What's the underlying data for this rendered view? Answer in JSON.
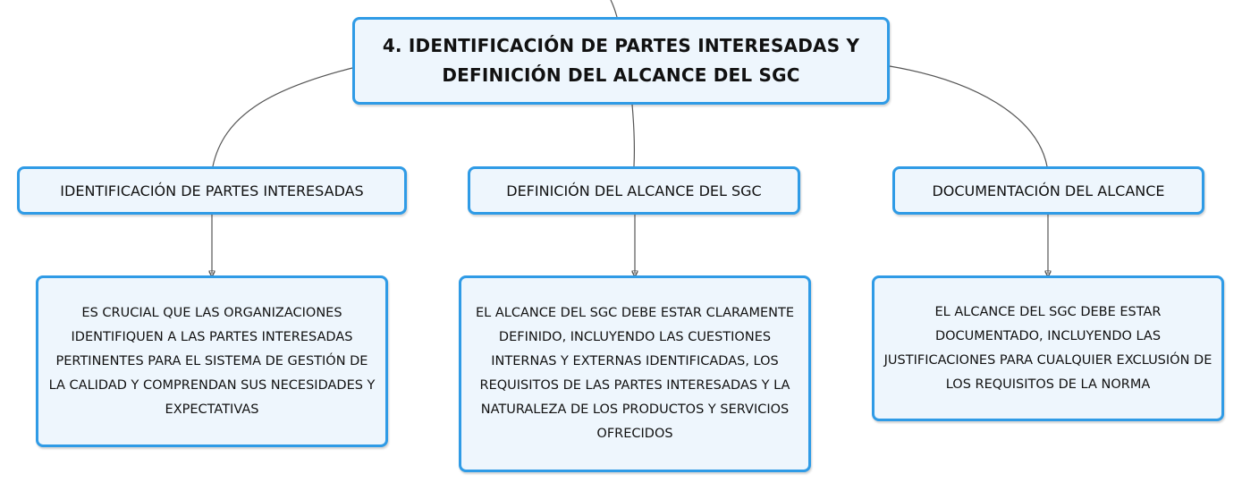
{
  "root": {
    "title": "4. IDENTIFICACIÓN DE PARTES INTERESADAS Y DEFINICIÓN DEL ALCANCE DEL SGC"
  },
  "branches": [
    {
      "label": "IDENTIFICACIÓN DE PARTES INTERESADAS",
      "detail": "ES CRUCIAL QUE LAS ORGANIZACIONES IDENTIFIQUEN A LAS PARTES INTERESADAS PERTINENTES PARA EL SISTEMA DE GESTIÓN DE LA CALIDAD Y COMPRENDAN SUS NECESIDADES Y EXPECTATIVAS"
    },
    {
      "label": "DEFINICIÓN DEL ALCANCE DEL SGC",
      "detail": "EL ALCANCE DEL SGC DEBE ESTAR CLARAMENTE DEFINIDO, INCLUYENDO LAS CUESTIONES INTERNAS Y EXTERNAS IDENTIFICADAS, LOS REQUISITOS DE LAS PARTES INTERESADAS Y LA NATURALEZA DE LOS PRODUCTOS Y SERVICIOS OFRECIDOS"
    },
    {
      "label": "DOCUMENTACIÓN DEL ALCANCE",
      "detail": "EL ALCANCE DEL SGC DEBE ESTAR DOCUMENTADO, INCLUYENDO LAS JUSTIFICACIONES PARA CUALQUIER EXCLUSIÓN DE LOS REQUISITOS DE LA NORMA"
    }
  ],
  "colors": {
    "node_border": "#2f9be6",
    "node_fill": "#eef6fd",
    "connector": "#555555"
  }
}
